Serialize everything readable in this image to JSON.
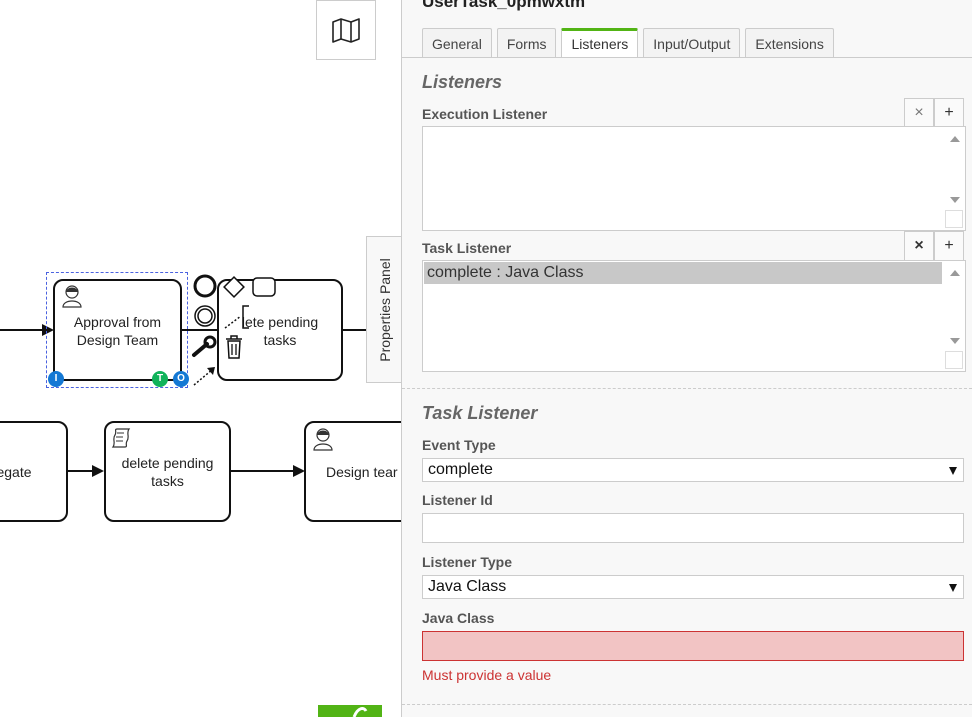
{
  "canvas": {
    "tasks": {
      "approval": {
        "label_line1": "Approval from",
        "label_line2": "Design Team"
      },
      "delete_top": {
        "label_line1": "lete pending",
        "label_line2": "tasks"
      },
      "delegate": {
        "label": "egate"
      },
      "delete_bottom": {
        "label_line1": "delete pending",
        "label_line2": "tasks"
      },
      "design": {
        "label": "Design tear"
      }
    },
    "badges": {
      "input": "I",
      "task": "T",
      "output": "O"
    }
  },
  "toggle": {
    "label": "Properties Panel"
  },
  "panel": {
    "title": "UserTask_0pmwxtm",
    "tabs": [
      {
        "label": "General",
        "active": false
      },
      {
        "label": "Forms",
        "active": false
      },
      {
        "label": "Listeners",
        "active": true
      },
      {
        "label": "Input/Output",
        "active": false
      },
      {
        "label": "Extensions",
        "active": false
      }
    ],
    "listeners_group": {
      "title": "Listeners",
      "execution_label": "Execution Listener",
      "task_label": "Task Listener",
      "task_items": [
        "complete : Java Class"
      ],
      "remove_symbol": "×",
      "add_symbol": "+"
    },
    "task_listener_group": {
      "title": "Task Listener",
      "event_type_label": "Event Type",
      "event_type_value": "complete",
      "listener_id_label": "Listener Id",
      "listener_id_value": "",
      "listener_type_label": "Listener Type",
      "listener_type_value": "Java Class",
      "java_class_label": "Java Class",
      "java_class_value": "",
      "error": "Must provide a value"
    },
    "colors": {
      "active_tab": "#52b415",
      "error_bg": "#f2c4c4",
      "error_border": "#cc3333",
      "error_text": "#cc3333",
      "badge_blue": "#1478d4",
      "badge_green": "#10b35a"
    }
  }
}
